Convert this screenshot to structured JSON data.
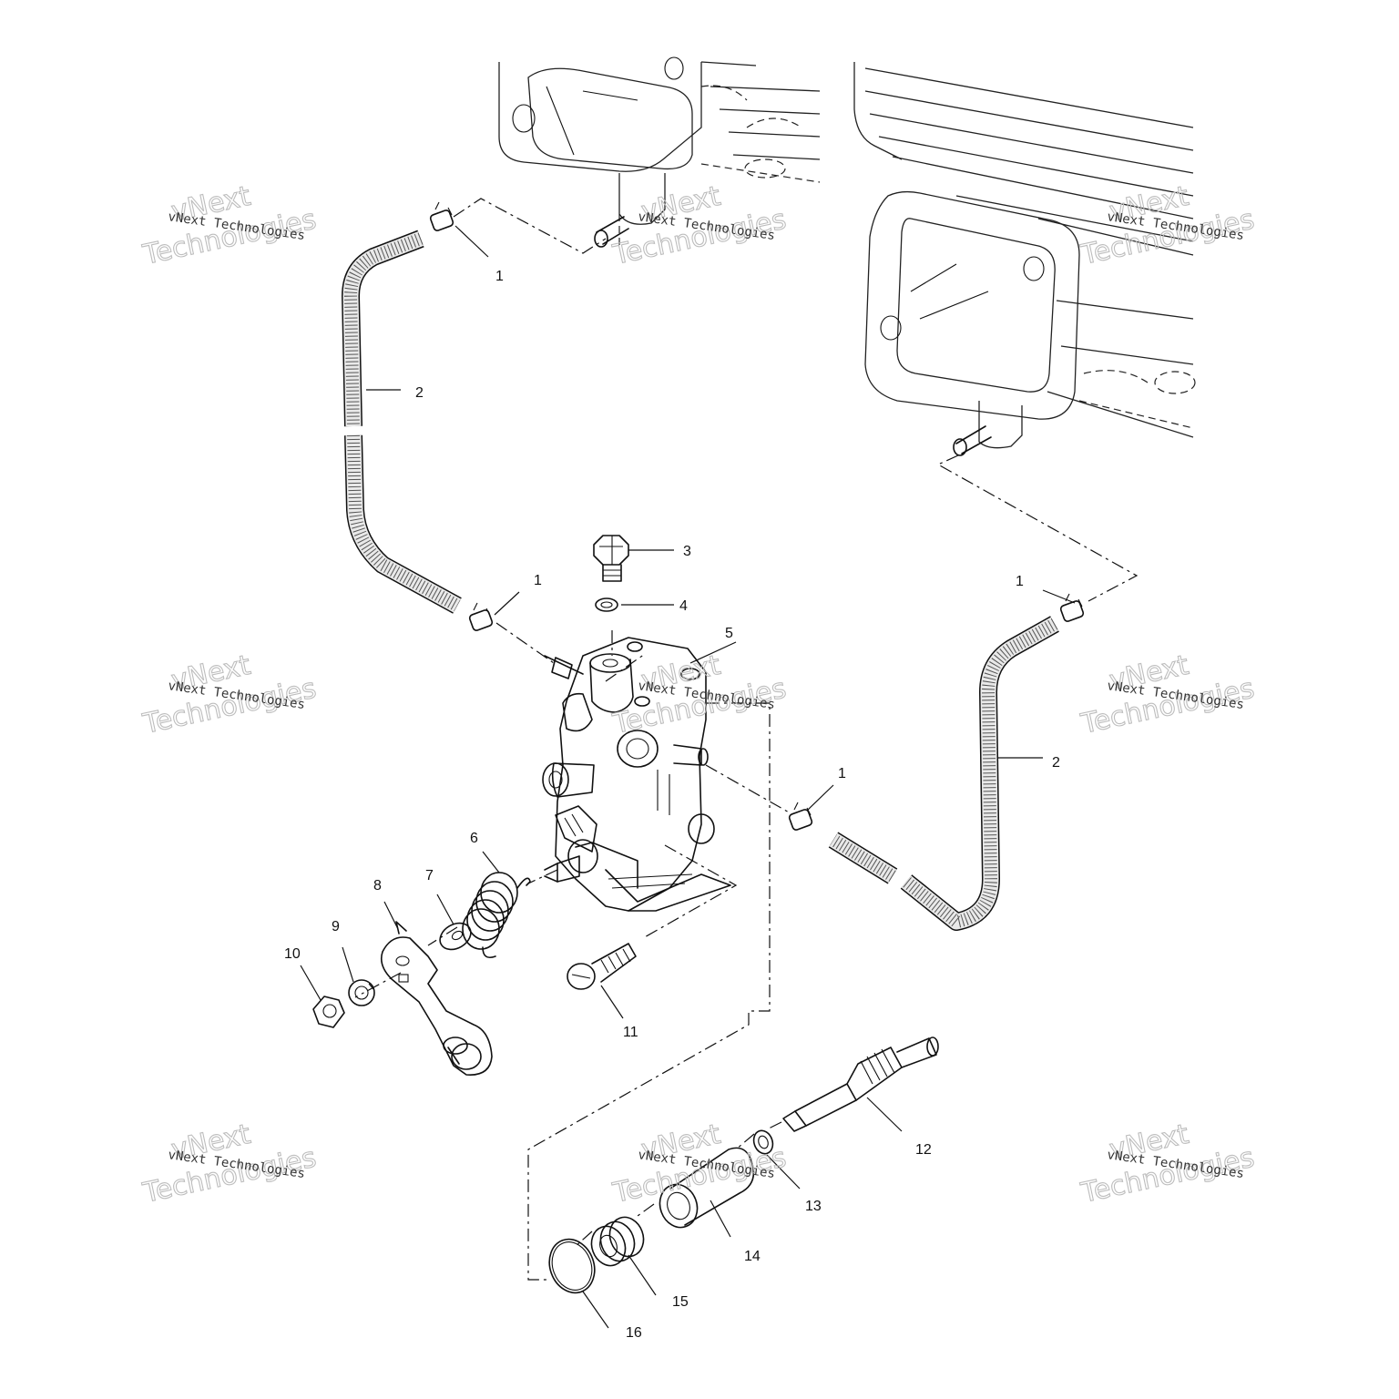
{
  "callouts": [
    "1",
    "2",
    "3",
    "4",
    "5",
    "6",
    "7",
    "8",
    "9",
    "10",
    "11",
    "12",
    "13",
    "14",
    "15",
    "16"
  ],
  "watermark": {
    "text_small": "vNext Technologies",
    "text_big_1": "vNext",
    "text_big_2": "Technologies"
  },
  "colors": {
    "line": "#111111",
    "watermark_outline": "#bdbdbd",
    "background": "#ffffff"
  }
}
